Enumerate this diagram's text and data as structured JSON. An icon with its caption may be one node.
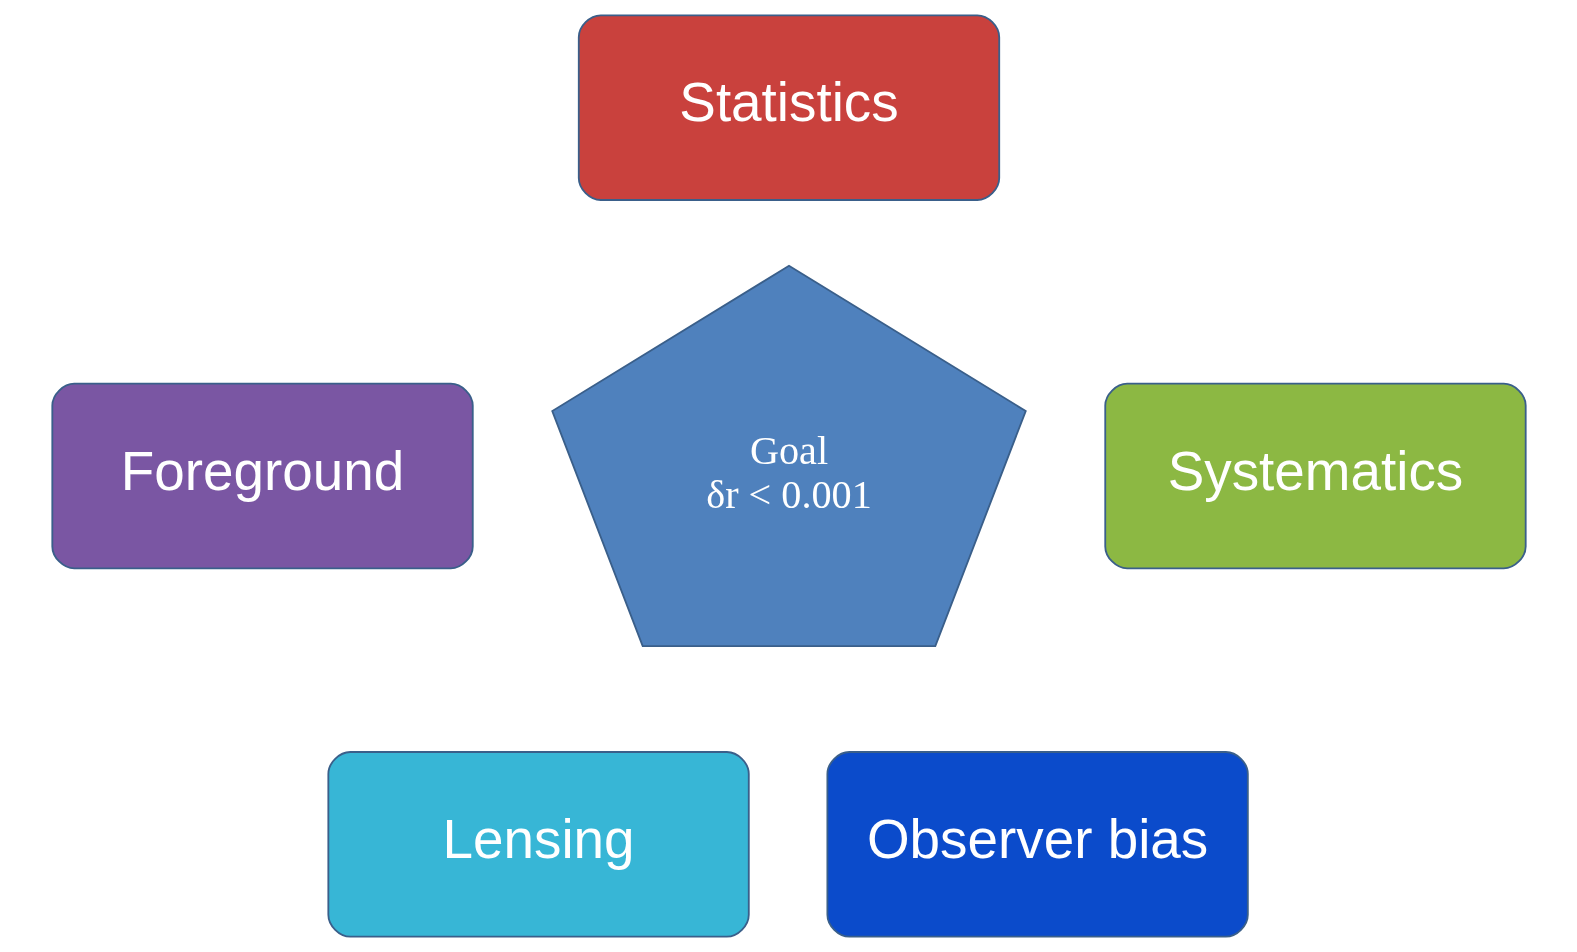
{
  "diagram": {
    "nodes": [
      {
        "text": [
          "Statistics"
        ]
      },
      {
        "text": [
          "Foreground"
        ]
      },
      {
        "text": [
          "Systematics"
        ]
      },
      {
        "text": [
          "Goal",
          "δr < 0.001"
        ]
      },
      {
        "text": [
          "Lensing"
        ]
      },
      {
        "text": [
          "Observer bias"
        ]
      }
    ]
  }
}
